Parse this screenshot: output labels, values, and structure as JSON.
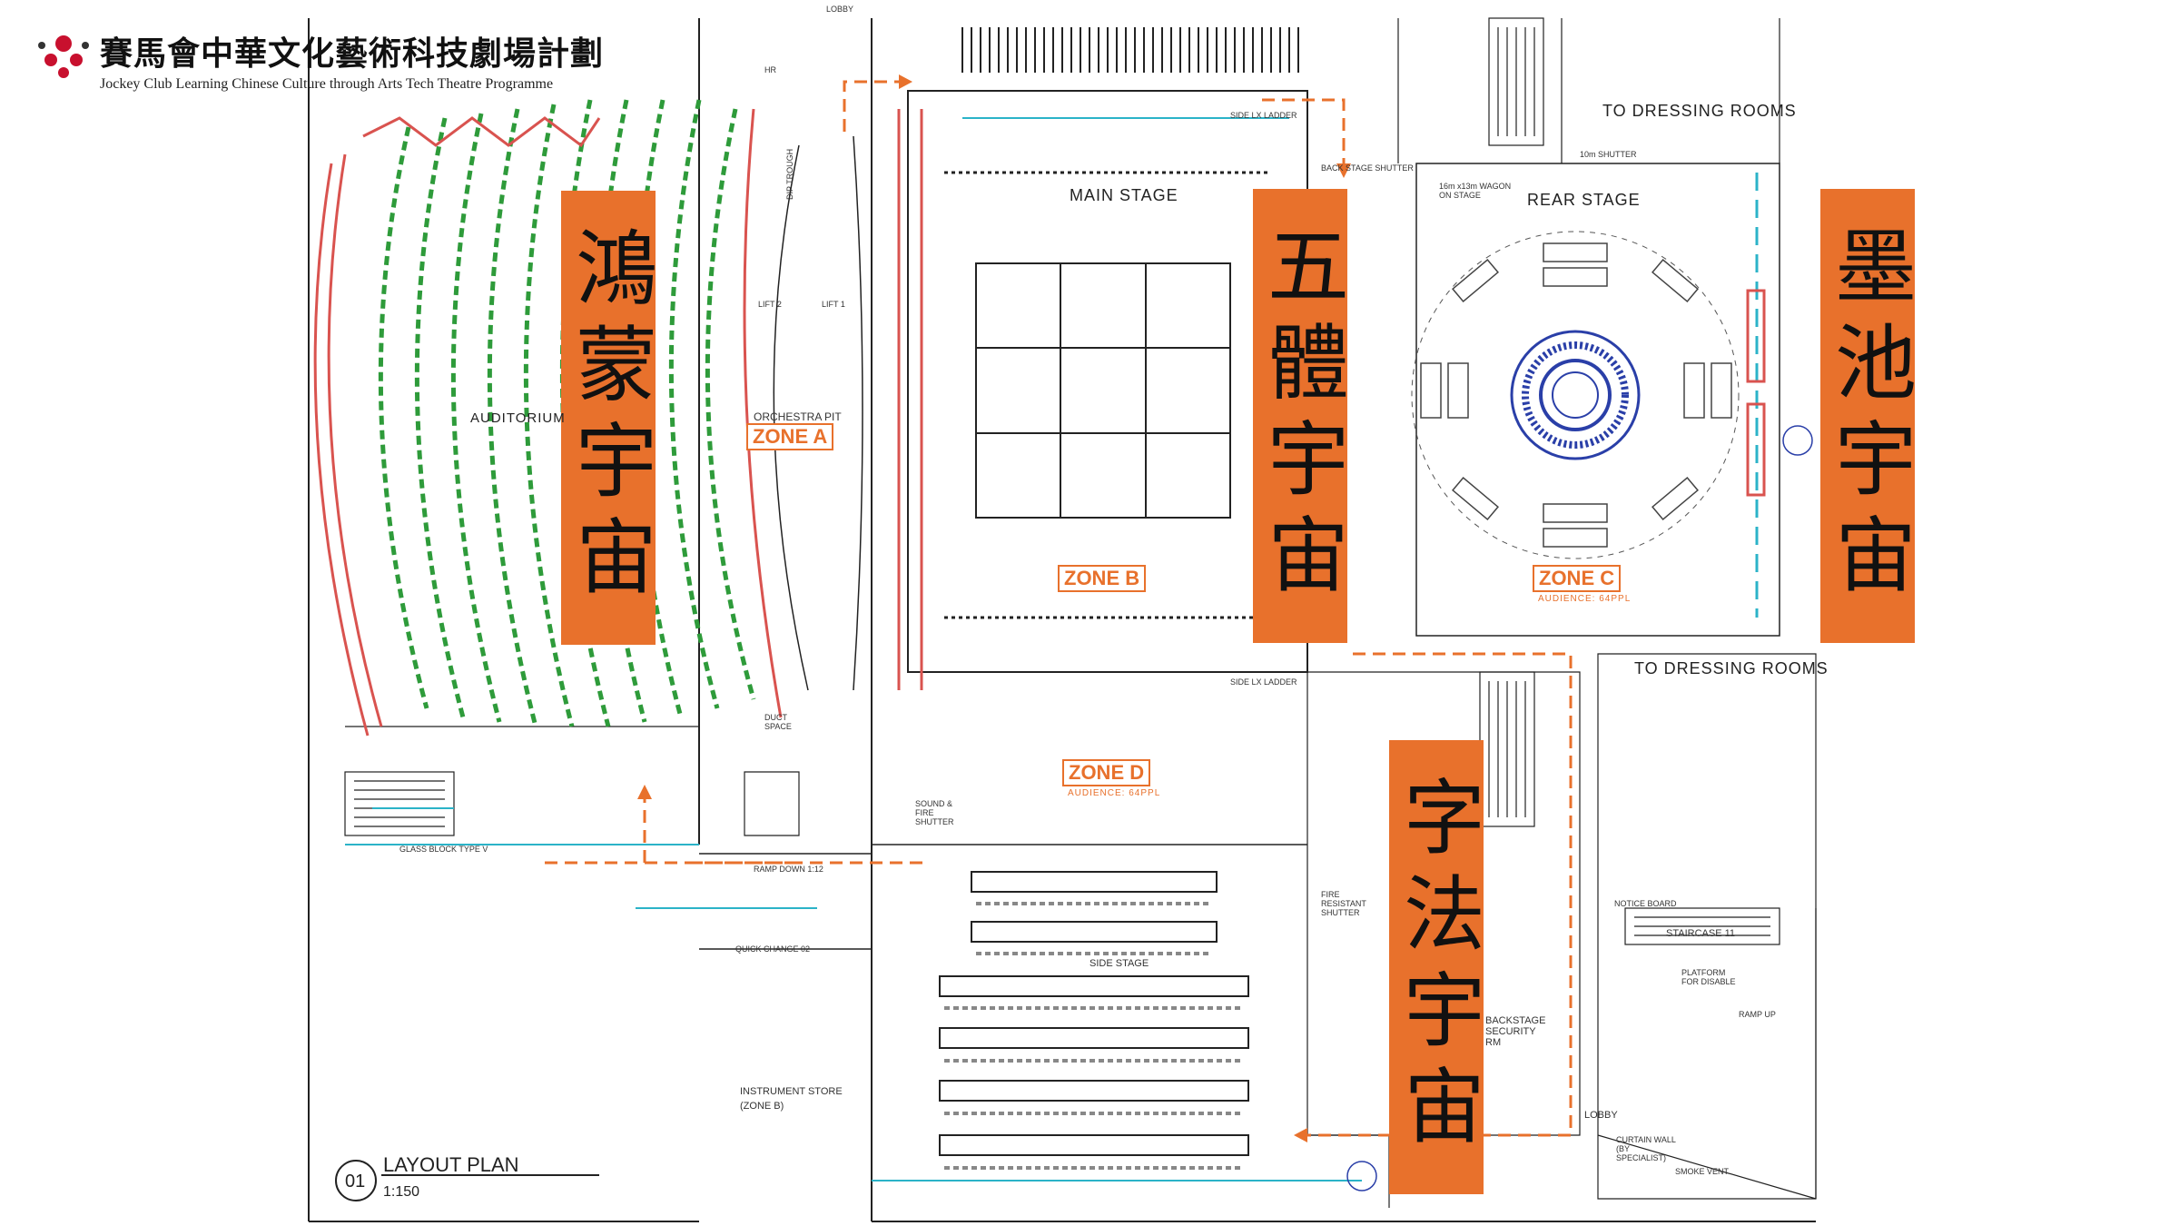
{
  "logo": {
    "name_cn": "賽馬會中華文化藝術科技劇場計劃",
    "name_en": "Jockey Club Learning Chinese Culture through Arts Tech Theatre Programme",
    "mark_color": "#C8102E"
  },
  "banners": [
    {
      "id": "hongmeng",
      "text": "鴻蒙宇宙"
    },
    {
      "id": "wuti",
      "text": "五體宇宙"
    },
    {
      "id": "mochi",
      "text": "墨池宇宙"
    },
    {
      "id": "zifa",
      "text": "字法宇宙"
    }
  ],
  "zones": {
    "a": {
      "label": "ZONE A",
      "caption": "ORCHESTRA PIT"
    },
    "b": {
      "label": "ZONE B"
    },
    "c": {
      "label": "ZONE C",
      "sub": "AUDIENCE: 64PPL"
    },
    "d": {
      "label": "ZONE D",
      "sub": "AUDIENCE: 64PPL"
    }
  },
  "labels": {
    "main_stage": "MAIN STAGE",
    "rear_stage": "REAR STAGE",
    "dressing_top": "TO DRESSING ROOMS",
    "dressing_mid": "TO DRESSING ROOMS",
    "auditorium": "AUDITORIUM",
    "side_stage": "SIDE STAGE",
    "instrument_store": "INSTRUMENT STORE",
    "instrument_store_zone": "(ZONE B)",
    "quick_change": "QUICK CHANGE 02",
    "lobby": "LOBBY",
    "staircase": "STAIRCASE 11",
    "side_lx_top": "SIDE LX LADDER",
    "side_lx_bottom": "SIDE LX LADDER",
    "back_stage_shutter": "BACK STAGE SHUTTER",
    "shutter_10m": "10m SHUTTER",
    "wagon": "16m x13m WAGON ON STAGE",
    "fire_shutter": "SOUND & FIRE SHUTTER",
    "fire_resistant": "FIRE RESISTANT SHUTTER",
    "backstage_security": "BACKSTAGE SECURITY RM",
    "glass_block": "GLASS BLOCK TYPE V",
    "ramp_down": "RAMP DOWN 1:12",
    "ramp_up": "RAMP UP",
    "curtain_wall": "CURTAIN WALL (BY SPECIALIST)",
    "smoke_vent": "SMOKE VENT",
    "duct_space": "DUCT SPACE",
    "dip_trough": "DIP TROUGH",
    "lift_1": "LIFT 1",
    "lift_2": "LIFT 2",
    "hr": "HR",
    "lobby_top": "LOBBY",
    "notice_board": "NOTICE BOARD",
    "platform": "PLATFORM FOR DISABLE"
  },
  "plan_title": {
    "number": "01",
    "title": "LAYOUT PLAN",
    "scale": "1:150"
  },
  "colors": {
    "orange": "#E8712C",
    "seat_green": "#2E9B3A",
    "wall_red": "#D9534F",
    "blue": "#2A3FA8",
    "cyan": "#2BB3C8",
    "line": "#222222"
  }
}
